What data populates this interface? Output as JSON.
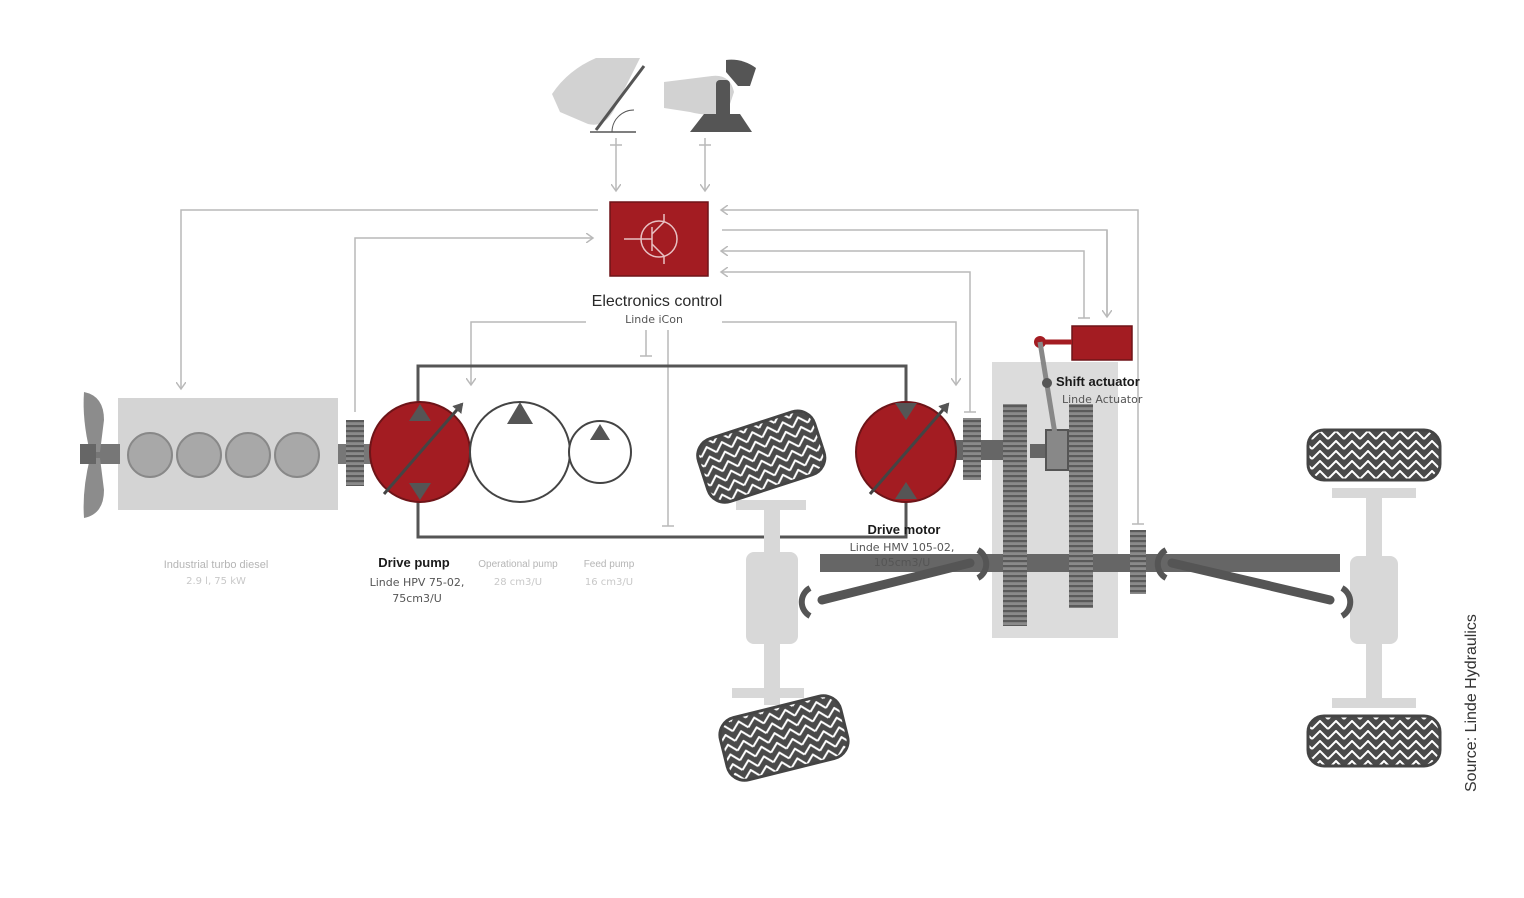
{
  "labels": {
    "electronics_control": "Electronics control",
    "electronics_control_sub": "Linde iCon",
    "engine": "Industrial turbo diesel",
    "engine_sub": "2.9 l, 75 kW",
    "drive_pump": "Drive pump",
    "drive_pump_sub1": "Linde HPV 75-02,",
    "drive_pump_sub2": "75cm3/U",
    "operational_pump": "Operational pump",
    "operational_pump_sub": "28 cm3/U",
    "feed_pump": "Feed pump",
    "feed_pump_sub": "16 cm3/U",
    "drive_motor": "Drive motor",
    "drive_motor_sub1": "Linde HMV 105-02,",
    "drive_motor_sub2": "105cm3/U",
    "shift_actuator": "Shift actuator",
    "shift_actuator_sub": "Linde Actuator",
    "source": "Source: Linde Hydraulics"
  },
  "colors": {
    "accent_red": "#a31c22",
    "dark_gray": "#555555",
    "mid_gray": "#9a9a9a",
    "light_gray": "#d8d8d8",
    "line_gray": "#b9b9b9",
    "tire": "#4a4a4a"
  },
  "icons": [
    "pedal-icon",
    "joystick-icon",
    "transistor-icon",
    "fan-icon",
    "tire-icon"
  ]
}
